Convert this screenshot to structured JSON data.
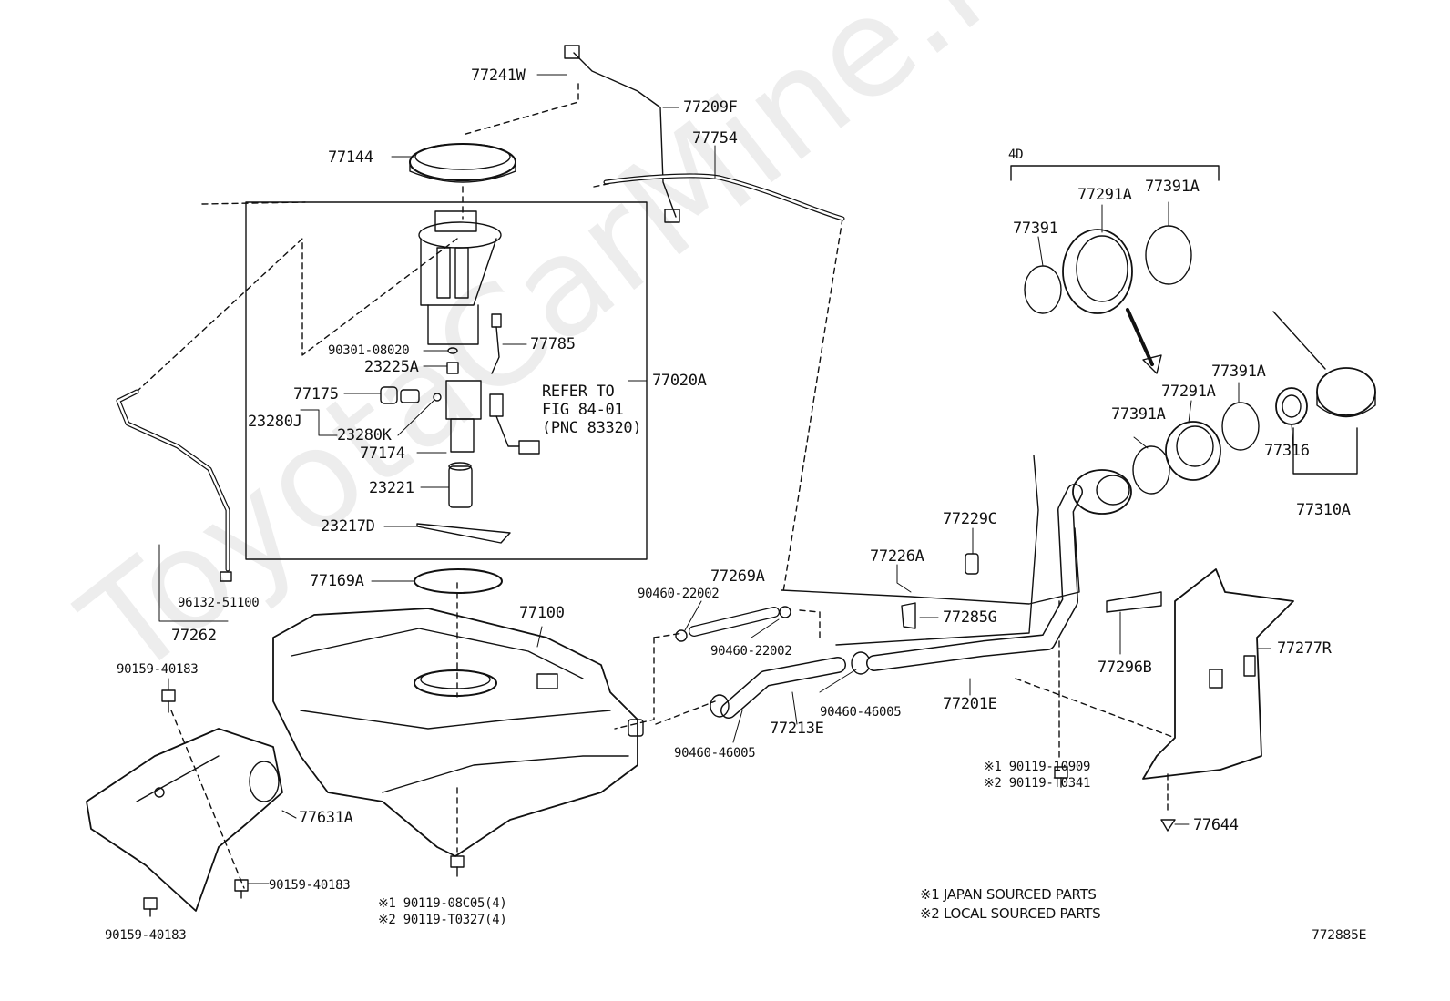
{
  "watermark": "ToyotaCarMine.ru",
  "diagram_code": "772885E",
  "group_label": "4D",
  "refer": {
    "line1": "REFER TO",
    "line2": "FIG 84-01",
    "line3": "(PNC 83320)"
  },
  "legend": {
    "note1": "※1 JAPAN SOURCED PARTS",
    "note2": "※2 LOCAL SOURCED PARTS"
  },
  "parts": {
    "p77241W": "77241W",
    "p77209F": "77209F",
    "p77754": "77754",
    "p77144": "77144",
    "p77785": "77785",
    "p90301": "90301-08020",
    "p23225A": "23225A",
    "p77020A": "77020A",
    "p77175": "77175",
    "p23280J": "23280J",
    "p23280K": "23280K",
    "p77174": "77174",
    "p23221": "23221",
    "p23217D": "23217D",
    "p77169A": "77169A",
    "p77100": "77100",
    "p96132": "96132-51100",
    "p77262": "77262",
    "p90159a": "90159-40183",
    "p77631A": "77631A",
    "p90159b": "90159-40183",
    "p90159c": "90159-40183",
    "p08C05": "※1 90119-08C05(4)",
    "pT0327": "※2 90119-T0327(4)",
    "p77269A": "77269A",
    "p90460a": "90460-22002",
    "p90460b": "90460-22002",
    "p77213E": "77213E",
    "p90460c": "90460-46005",
    "p90460d": "90460-46005",
    "p77226A": "77226A",
    "p77229C": "77229C",
    "p77285G": "77285G",
    "p77201E": "77201E",
    "p10909": "※1 90119-10909",
    "pT0341": "※2 90119-T0341",
    "p77296B": "77296B",
    "p77277R": "77277R",
    "p77644": "77644",
    "p77391": "77391",
    "p77291A_top": "77291A",
    "p77391A_top": "77391A",
    "p77391A_mid": "77391A",
    "p77291A_mid": "77291A",
    "p77391A_left": "77391A",
    "p77316": "77316",
    "p77310A": "77310A"
  }
}
